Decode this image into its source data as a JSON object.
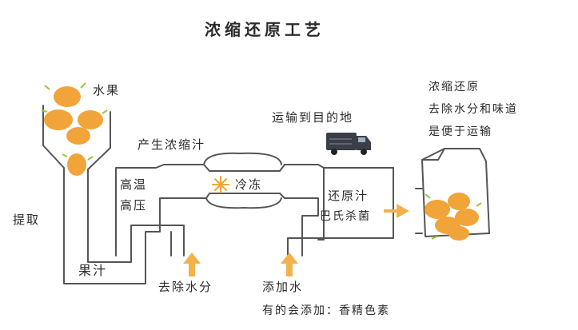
{
  "title": "浓缩还原工艺",
  "labels": {
    "fruit": "水果",
    "extract": "提取",
    "juice": "果汁",
    "high_temp": "高温",
    "high_pressure": "高压",
    "produce_concentrate": "产生浓缩汁",
    "freeze": "冷冻",
    "transport_to_destination": "运输到目的地",
    "remove_water": "去除水分",
    "add_water": "添加水",
    "sometimes_add": "有的会添加：香精色素",
    "restored_juice": "还原汁",
    "pasteurize": "巴氏杀菌"
  },
  "notes": [
    "浓缩还原",
    "去除水分和味道",
    "是便于运输"
  ],
  "colors": {
    "pipe": "#555555",
    "orange": "#f0a43a",
    "orange_dark": "#d98a1f",
    "arrow": "#f2b24a",
    "truck": "#3a3f47",
    "leaf": "#9cc63a"
  },
  "icons": [
    "orange-fruit-icon",
    "snowflake-icon",
    "truck-icon",
    "juice-carton-icon",
    "arrow-up-icon",
    "arrow-right-icon"
  ]
}
